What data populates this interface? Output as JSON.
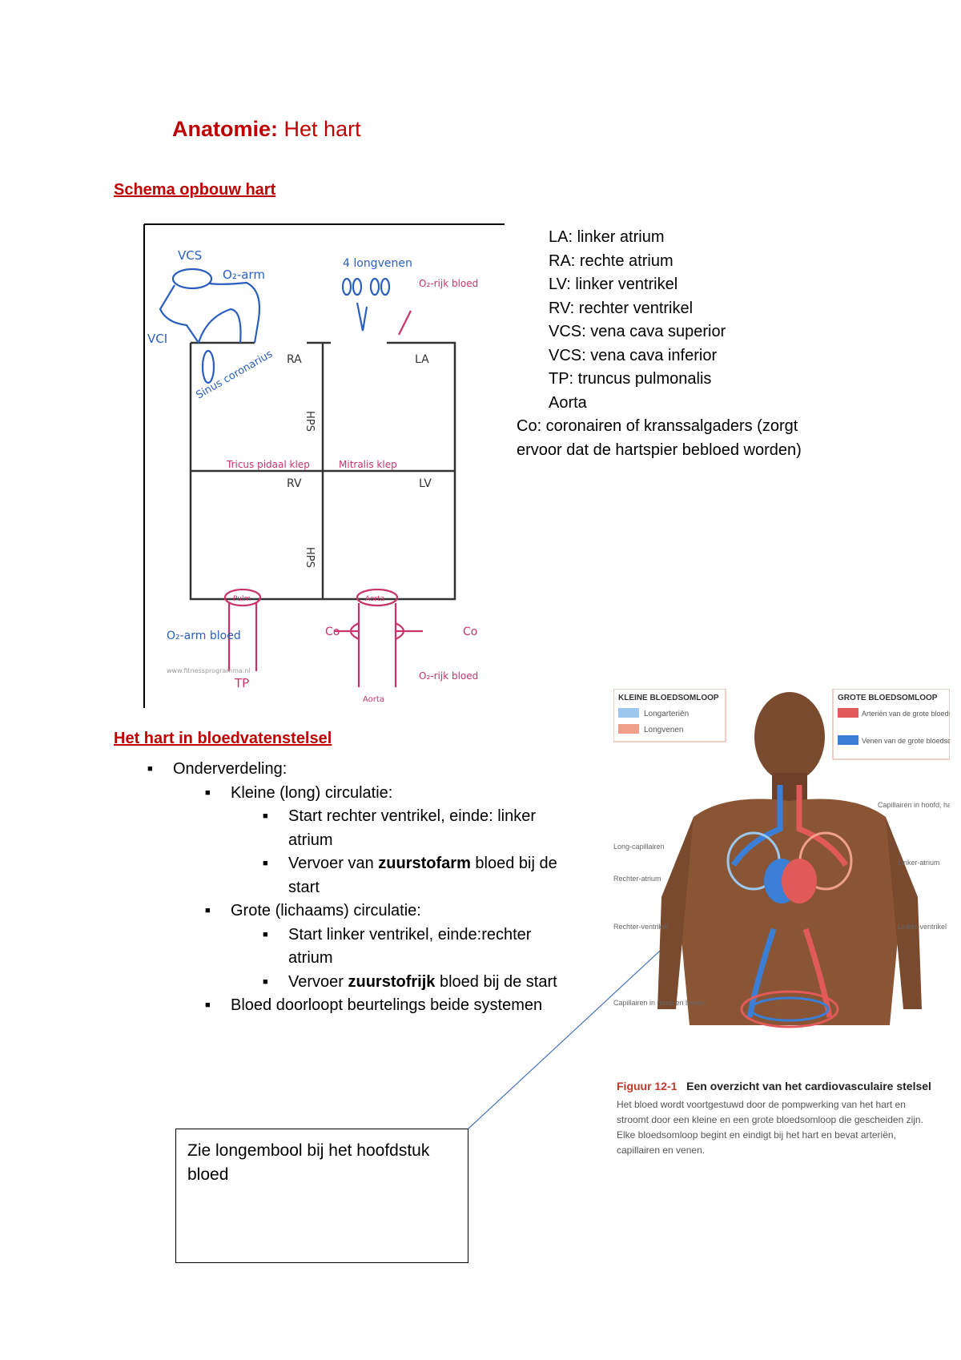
{
  "title": {
    "part1": "Anatomie:",
    "part2": "Het hart"
  },
  "section1": {
    "heading": "Schema opbouw hart"
  },
  "diagram": {
    "labels": {
      "vcs": "VCS",
      "vci": "VCI",
      "o2_arm_top": "O₂-arm",
      "longvenen": "4 longvenen",
      "o2_rijk_top": "O₂-rijk bloed",
      "sinus": "Sinus coronarius",
      "ra": "RA",
      "la": "LA",
      "tricuspidaal": "Tricus pidaal klep",
      "mitralis": "Mitralis klep",
      "rv": "RV",
      "lv": "LV",
      "hps": "HPS",
      "pulm": "Pulm",
      "aorta_valve": "Aorta",
      "o2_arm_bottom": "O₂-arm bloed",
      "tp": "TP",
      "co_left": "Co",
      "co_right": "Co",
      "aorta": "Aorta",
      "o2_rijk_bottom": "O₂-rijk bloed",
      "watermark": "www.fitnessprogramma.nl"
    }
  },
  "legend": {
    "items": [
      "LA: linker atrium",
      "RA: rechte atrium",
      "LV: linker ventrikel",
      "RV: rechter ventrikel",
      "VCS: vena cava superior",
      "VCS: vena cava inferior",
      "TP: truncus pulmonalis",
      "Aorta"
    ],
    "co_line1": "Co: coronairen of kranssalgaders (zorgt",
    "co_line2": "ervoor dat de hartspier bebloed worden)"
  },
  "section2": {
    "heading": "Het hart in bloedvatenstelsel",
    "l1": "Onderverdeling:",
    "small": {
      "label": "Kleine (long) circulatie:",
      "a1": "Start rechter ventrikel, einde: linker",
      "a2": "atrium",
      "b_pre": "Vervoer van ",
      "b_bold": "zuurstofarm",
      "b_post": " bloed bij de",
      "b2": "start"
    },
    "large": {
      "label": "Grote (lichaams) circulatie:",
      "a1": "Start linker ventrikel, einde:rechter",
      "a2": "atrium",
      "b_pre": "Vervoer ",
      "b_bold": "zuurstofrijk",
      "b_post": " bloed bij de start"
    },
    "last": "Bloed doorloopt beurtelings beide systemen"
  },
  "note": {
    "line1": "Zie longembool bij het hoofdstuk",
    "line2": "bloed"
  },
  "figure": {
    "small_title": "KLEINE BLOEDSOMLOOP",
    "small_items": [
      "Longarteriën",
      "Longvenen"
    ],
    "large_title": "GROTE BLOEDSOMLOOP",
    "large_items": [
      "Arteriën van de grote bloedsomloop",
      "Venen van de grote bloedsomloop"
    ],
    "labels_left": [
      "Long-capillairen",
      "Rechter-atrium",
      "Rechter-ventrikel",
      "Capillairen in romp en benen"
    ],
    "labels_right": [
      "Capillairen in hoofd, hals en armen",
      "Linker-atrium",
      "Linker-ventrikel"
    ],
    "caption_num": "Figuur 12-1",
    "caption_title": "Een overzicht van het cardiovasculaire stelsel",
    "caption_body": "Het bloed wordt voortgestuwd door de pompwerking van het hart en stroomt door een kleine en een grote bloedsomloop die gescheiden zijn. Elke bloedsomloop begint en eindigt bij het hart en bevat arteriën, capillairen en venen.",
    "colors": {
      "artery_red": "#e05a5a",
      "vein_blue": "#3a7fd5",
      "longarterie": "#9cc8ef",
      "longvene": "#f0a08a"
    }
  }
}
